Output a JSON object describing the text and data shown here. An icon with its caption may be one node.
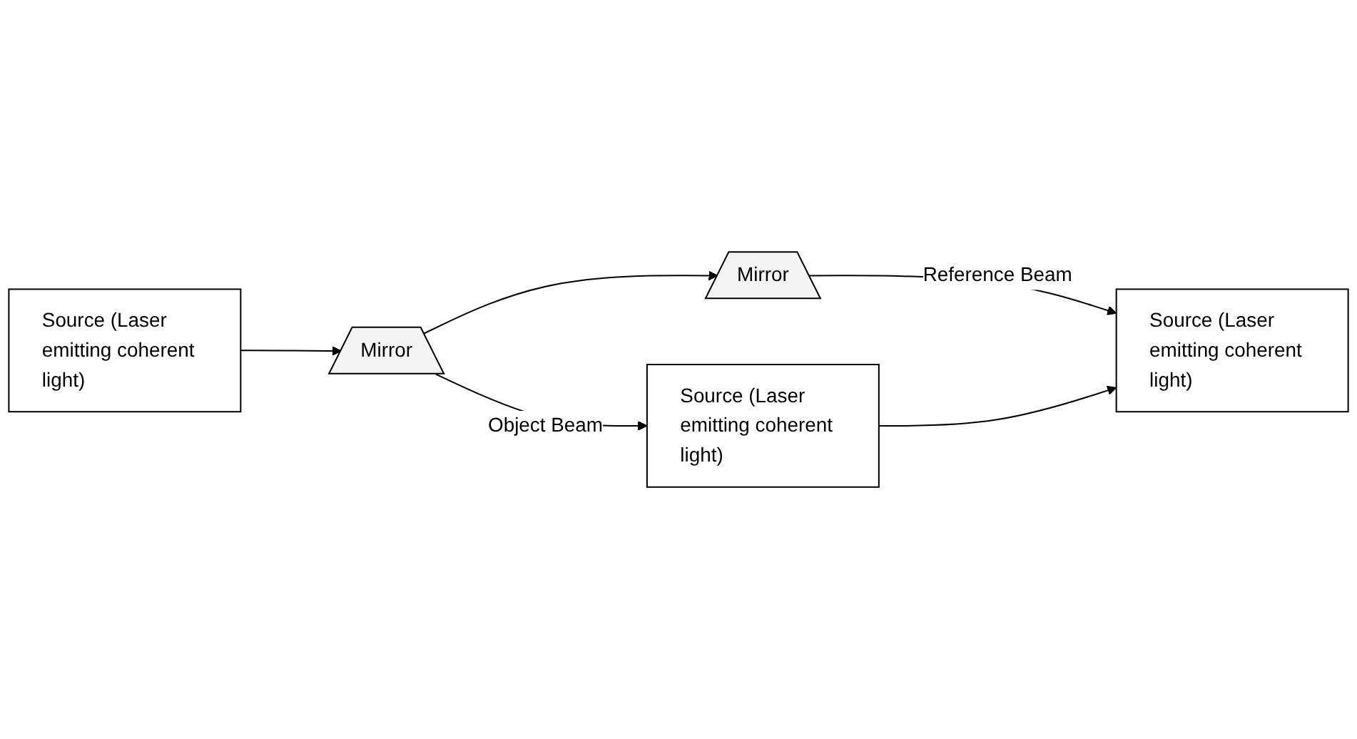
{
  "diagram": {
    "nodes": [
      {
        "text": [
          "Source (Laser emitting coherent light)"
        ]
      },
      {
        "text": [
          "Mirror"
        ]
      },
      {
        "text": [
          "Source (Laser emitting coherent light)"
        ]
      },
      {
        "text": [
          "Mirror"
        ]
      },
      {
        "text": [
          "Source (Laser emitting coherent light)"
        ]
      }
    ],
    "edges": [
      {
        "from": 0,
        "to": 1,
        "arrow": "to"
      },
      {
        "from": 1,
        "to": 2,
        "arrow": "to",
        "label": "Object Beam"
      },
      {
        "from": 1,
        "to": 3,
        "arrow": "to"
      },
      {
        "from": 3,
        "to": 4,
        "arrow": "to",
        "label": "Reference Beam"
      },
      {
        "from": 2,
        "to": 4,
        "arrow": "to"
      }
    ]
  }
}
